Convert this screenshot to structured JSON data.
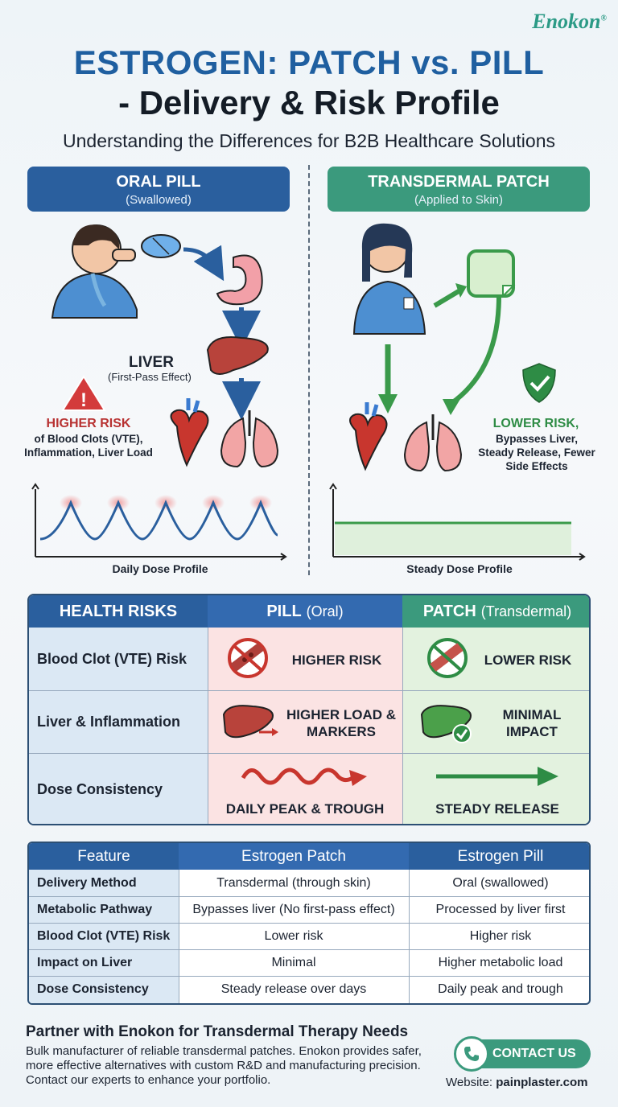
{
  "brand": {
    "name": "Enokon",
    "mark": "®"
  },
  "header": {
    "title_line1": "ESTROGEN: PATCH vs. PILL",
    "title_line2": "- Delivery & Risk Profile",
    "subtitle": "Understanding the Differences for B2B Healthcare Solutions"
  },
  "pill_panel": {
    "title": "ORAL PILL",
    "subtitle": "(Swallowed)",
    "liver_label": "LIVER",
    "liver_note": "(First-Pass Effect)",
    "risk_title": "HIGHER RISK",
    "risk_desc": "of Blood Clots (VTE), Inflammation, Liver Load",
    "dose_label": "Daily Dose Profile"
  },
  "patch_panel": {
    "title": "TRANSDERMAL PATCH",
    "subtitle": "(Applied to Skin)",
    "risk_title": "LOWER RISK,",
    "risk_desc": "Bypasses Liver, Steady Release, Fewer Side Effects",
    "dose_label": "Steady Dose Profile"
  },
  "risk_table": {
    "col_label": "HEALTH RISKS",
    "col_pill": "PILL",
    "col_pill_sub": "(Oral)",
    "col_patch": "PATCH",
    "col_patch_sub": "(Transdermal)",
    "rows": [
      {
        "label": "Blood Clot (VTE) Risk",
        "pill": "HIGHER RISK",
        "patch": "LOWER RISK"
      },
      {
        "label": "Liver & Inflammation",
        "pill": "HIGHER LOAD & MARKERS",
        "patch": "MINIMAL IMPACT"
      },
      {
        "label": "Dose Consistency",
        "pill": "DAILY PEAK & TROUGH",
        "patch": "STEADY RELEASE"
      }
    ]
  },
  "feature_table": {
    "headers": [
      "Feature",
      "Estrogen Patch",
      "Estrogen Pill"
    ],
    "rows": [
      [
        "Delivery Method",
        "Transdermal (through skin)",
        "Oral (swallowed)"
      ],
      [
        "Metabolic Pathway",
        "Bypasses liver (No first-pass effect)",
        "Processed by liver first"
      ],
      [
        "Blood Clot (VTE) Risk",
        "Lower risk",
        "Higher risk"
      ],
      [
        "Impact on Liver",
        "Minimal",
        "Higher metabolic load"
      ],
      [
        "Dose Consistency",
        "Steady release over days",
        "Daily peak and trough"
      ]
    ]
  },
  "footer": {
    "title": "Partner with Enokon for Transdermal Therapy Needs",
    "description": "Bulk manufacturer of reliable transdermal patches. Enokon provides safer, more effective alternatives with custom R&D and manufacturing precision. Contact our experts to enhance your portfolio.",
    "contact_label": "CONTACT US",
    "website_label": "Website:",
    "website": "painplaster.com"
  },
  "colors": {
    "pill_blue": "#2a5f9e",
    "patch_green": "#3b9a7d",
    "risk_red": "#b83232",
    "safe_green": "#2e8c45"
  },
  "icons": [
    "person-pill-icon",
    "pill-icon",
    "stomach-icon",
    "liver-icon",
    "heart-icon",
    "lungs-icon",
    "warning-icon",
    "person-patch-icon",
    "patch-icon",
    "shield-check-icon",
    "blocked-vessel-icon",
    "wave-arrow-icon",
    "straight-arrow-icon",
    "phone-icon"
  ]
}
